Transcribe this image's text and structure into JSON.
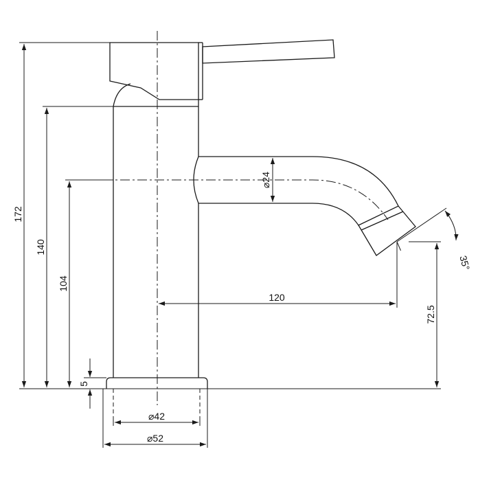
{
  "drawing": {
    "dimensions": {
      "total_height": "172",
      "spout_top_height": "140",
      "spout_axis_height": "104",
      "base_thickness": "5",
      "spout_reach": "120",
      "outlet_height": "72.5",
      "spout_diameter": "⌀24",
      "body_diameter": "⌀42",
      "base_diameter": "⌀52",
      "outlet_angle": "35°"
    },
    "colors": {
      "line": "#1a1a1a",
      "background": "#ffffff"
    }
  }
}
